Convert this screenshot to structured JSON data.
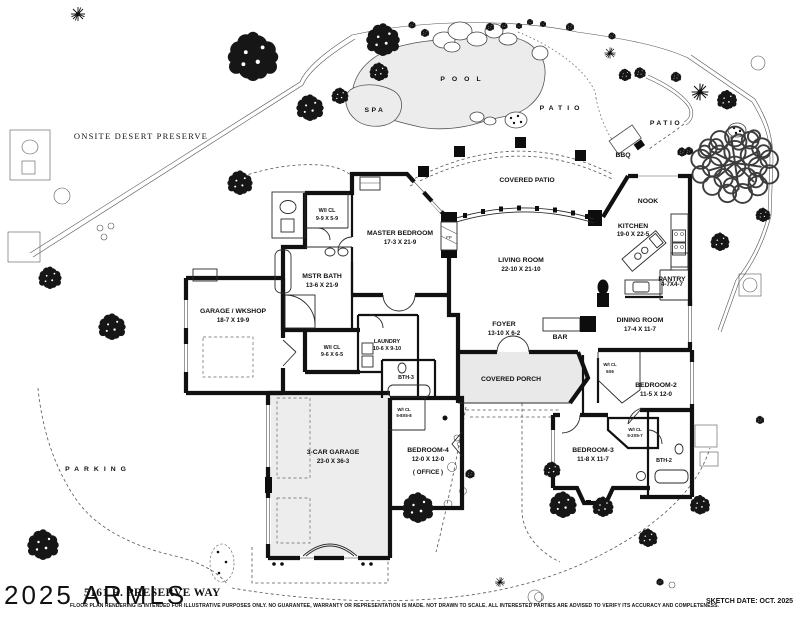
{
  "site": {
    "preserve": "ONSITE DESERT PRESERVE",
    "pool": "POOL",
    "spa": "SPA",
    "patio_upper": "PATIO",
    "patio_right": "PATIO",
    "bbq": "BBQ",
    "covered_patio": "COVERED PATIO",
    "parking": "PARKING"
  },
  "rooms": {
    "master_bedroom": {
      "name": "MASTER BEDROOM",
      "dims": "17-3 X 21-9"
    },
    "master_closet": {
      "name": "W/I CL",
      "dims": "9-9 X 5-9"
    },
    "master_bath": {
      "name": "MSTR BATH",
      "dims": "13-6 X 21-9"
    },
    "living_room": {
      "name": "LIVING ROOM",
      "dims": "22-10 X 21-10"
    },
    "nook": {
      "name": "NOOK"
    },
    "kitchen": {
      "name": "KITCHEN",
      "dims": "19-0 X 22-5"
    },
    "pantry": {
      "name": "PANTRY",
      "dims": "4-7X4-7"
    },
    "dining_room": {
      "name": "DINING ROOM",
      "dims": "17-4 X 11-7"
    },
    "foyer": {
      "name": "FOYER",
      "dims": "13-10 X 6-2"
    },
    "bar": {
      "name": "BAR"
    },
    "covered_porch": {
      "name": "COVERED PORCH"
    },
    "garage_workshop": {
      "name": "GARAGE / WKSHOP",
      "dims": "18-7 X 19-9"
    },
    "hall_closet": {
      "name": "W/I CL",
      "dims": "9-6 X 6-5"
    },
    "laundry": {
      "name": "LAUNDRY",
      "dims": "10-6 X 9-10"
    },
    "bath3": {
      "name": "BTH-3"
    },
    "closet4": {
      "name": "W/I CL",
      "dims": "5-8X5-8"
    },
    "bedroom4": {
      "name": "BEDROOM-4",
      "dims": "12-0 X 12-0",
      "note": "( OFFICE )"
    },
    "garage3": {
      "name": "3-CAR GARAGE",
      "dims": "23-0 X 36-3"
    },
    "closet2": {
      "name": "W/I CL",
      "dims": "5X6"
    },
    "bedroom2": {
      "name": "BEDROOM-2",
      "dims": "11-5 X 12-0"
    },
    "closet3": {
      "name": "W/I CL",
      "dims": "5-2X5-7"
    },
    "bedroom3": {
      "name": "BEDROOM-3",
      "dims": "11-8 X 11-7"
    },
    "bath2": {
      "name": "BTH-2"
    },
    "fireplace": {
      "name": "FP"
    }
  },
  "footer": {
    "watermark": "2025 ARMLS",
    "address": "5161 E. PRESERVE WAY",
    "disclaimer": "FLOOR PLAN RENDERING IS INTENDED FOR ILLUSTRATIVE PURPOSES ONLY. NO GUARANTEE, WARRANTY OR REPRESENTATION IS MADE. NOT DRAWN TO SCALE. ALL INTERESTED PARTIES ARE ADVISED TO VERIFY ITS ACCURACY AND COMPLETENESS.",
    "sketch_date": "SKETCH DATE: OCT. 2025"
  }
}
